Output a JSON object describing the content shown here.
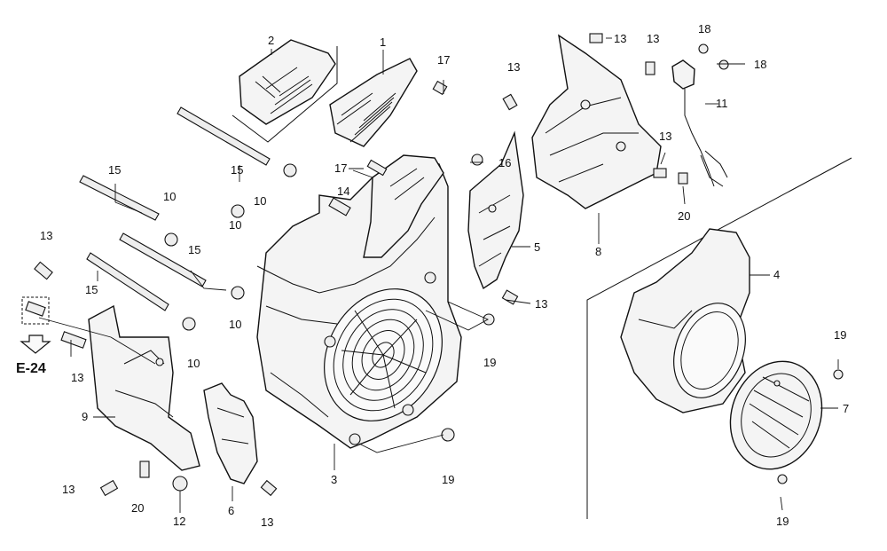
{
  "callouts": [
    {
      "id": "p1",
      "label": "1"
    },
    {
      "id": "p2",
      "label": "2"
    },
    {
      "id": "p3",
      "label": "3"
    },
    {
      "id": "p4",
      "label": "4"
    },
    {
      "id": "p5",
      "label": "5"
    },
    {
      "id": "p6",
      "label": "6"
    },
    {
      "id": "p7",
      "label": "7"
    },
    {
      "id": "p8",
      "label": "8"
    },
    {
      "id": "p9",
      "label": "9"
    },
    {
      "id": "p10a",
      "label": "10"
    },
    {
      "id": "p10b",
      "label": "10"
    },
    {
      "id": "p10c",
      "label": "10"
    },
    {
      "id": "p10d",
      "label": "10"
    },
    {
      "id": "p11",
      "label": "11"
    },
    {
      "id": "p12",
      "label": "12"
    },
    {
      "id": "p13a",
      "label": "13"
    },
    {
      "id": "p13b",
      "label": "13"
    },
    {
      "id": "p13c",
      "label": "13"
    },
    {
      "id": "p13d",
      "label": "13"
    },
    {
      "id": "p13e",
      "label": "13"
    },
    {
      "id": "p13f",
      "label": "13"
    },
    {
      "id": "p13g",
      "label": "13"
    },
    {
      "id": "p13h",
      "label": "13"
    },
    {
      "id": "p13i",
      "label": "13"
    },
    {
      "id": "p14",
      "label": "14"
    },
    {
      "id": "p15a",
      "label": "15"
    },
    {
      "id": "p15b",
      "label": "15"
    },
    {
      "id": "p15c",
      "label": "15"
    },
    {
      "id": "p15d",
      "label": "15"
    },
    {
      "id": "p16",
      "label": "16"
    },
    {
      "id": "p17a",
      "label": "17"
    },
    {
      "id": "p17b",
      "label": "17"
    },
    {
      "id": "p18a",
      "label": "18"
    },
    {
      "id": "p18b",
      "label": "18"
    },
    {
      "id": "p19a",
      "label": "19"
    },
    {
      "id": "p19b",
      "label": "19"
    },
    {
      "id": "p19c",
      "label": "19"
    },
    {
      "id": "p19d",
      "label": "19"
    },
    {
      "id": "p20a",
      "label": "20"
    },
    {
      "id": "p20b",
      "label": "20"
    }
  ],
  "reference": {
    "label": "E-24"
  }
}
